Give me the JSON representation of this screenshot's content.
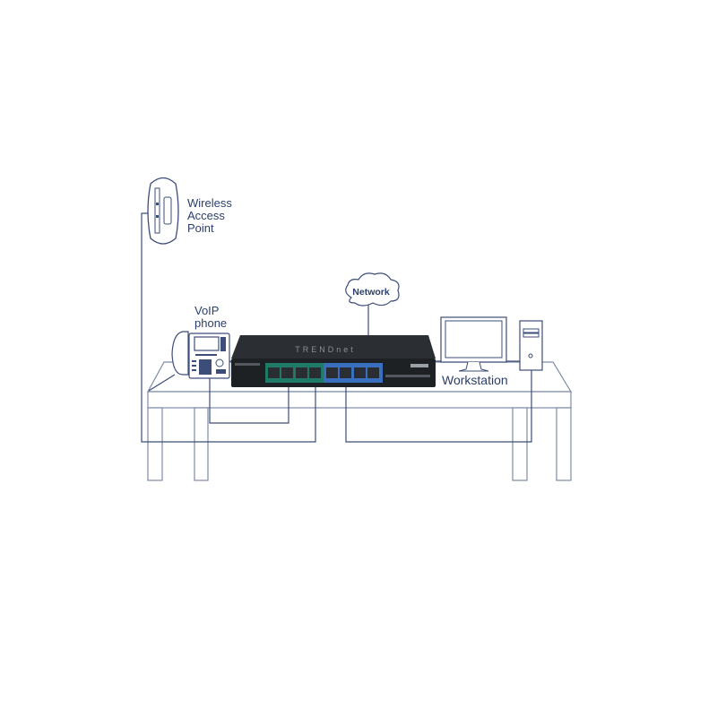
{
  "labels": {
    "access_point": [
      "Wireless",
      "Access",
      "Point"
    ],
    "voip_phone": [
      "VoIP",
      "phone"
    ],
    "network": "Network",
    "workstation": "Workstation"
  },
  "switch": {
    "brand_logo": "TRENDnet"
  },
  "colors": {
    "line": "#3c4d7a",
    "text": "#2b3f6b",
    "switch_body": "#1e2124",
    "poe_ports_panel": "#1f7a68",
    "uplink_ports_panel": "#3a6fc0"
  }
}
